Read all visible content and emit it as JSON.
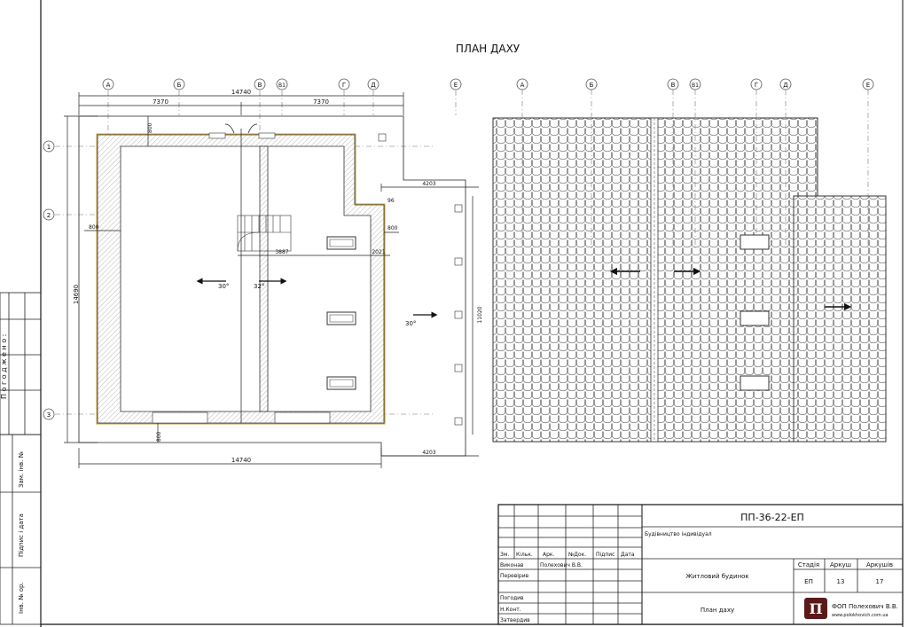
{
  "drawing": {
    "title": "ПЛАН ДАХУ"
  },
  "plan": {
    "axes_top": [
      "А",
      "Б",
      "В",
      "В1",
      "Г",
      "Д",
      "Е"
    ],
    "axes_left": [
      "1",
      "2",
      "3"
    ],
    "dims": {
      "total_top": "14740",
      "left_half": "7370",
      "right_half": "7370",
      "height": "14690",
      "wall_top": "800",
      "wall_left": "800",
      "wall_right": "800",
      "wall_bottom": "800",
      "inner_3887": "3887",
      "inner_2021": "2021",
      "small_96": "96",
      "ext_4203_top": "4203",
      "ext_4203_bottom": "4203",
      "ext_height": "11020",
      "total_bottom": "14740"
    },
    "slopes": {
      "left": "30°",
      "middle": "32°",
      "right": "30°"
    }
  },
  "roof": {
    "axes_top": [
      "А",
      "Б",
      "В",
      "В1",
      "Г",
      "Д",
      "Е"
    ]
  },
  "sidebar": {
    "agreed": "П о г о д ж е н о :",
    "inv_no_replace": "Зам. інв. №",
    "sign_date": "Підпис і дата",
    "inv_no_orig": "Інв. № ор."
  },
  "titleblock": {
    "code": "ПП-36-22-ЕП",
    "object": "Будівництво індивідуал",
    "headers": [
      "Зм.",
      "Кільк.",
      "Арк.",
      "№Док.",
      "Підпис",
      "Дата"
    ],
    "roles": [
      "Виконав",
      "Перевірив",
      "",
      "Погодив",
      "Н.Конт.",
      "Затвердив"
    ],
    "executor": "Полехович В.В.",
    "building": "Житловий будинок",
    "sheet_name": "План даху",
    "stage_label": "Стадія",
    "sheet_label": "Аркуш",
    "sheets_label": "Аркушів",
    "stage": "ЕП",
    "sheet": "13",
    "sheets": "17",
    "company": "ФОП Полехович В.В.",
    "website": "www.polokhovich.com.ua",
    "logo_letter": "П"
  }
}
